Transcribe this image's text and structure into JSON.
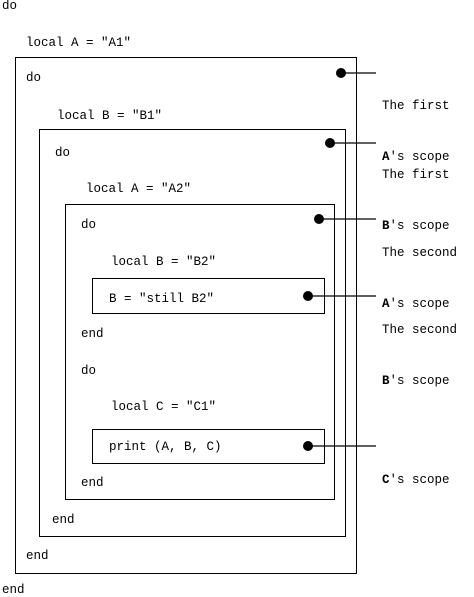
{
  "code": {
    "outer_do": "do",
    "local_a1": "local A = \"A1\"",
    "do_1": "do",
    "local_b1": "local B = \"B1\"",
    "do_2": "do",
    "local_a2": "local A = \"A2\"",
    "do_3": "do",
    "local_b2": "local B = \"B2\"",
    "assign_b": "B = \"still B2\"",
    "end_3a": "end",
    "do_4": "do",
    "local_c1": "local C = \"C1\"",
    "print_stmt": "print (A, B, C)",
    "end_4": "end",
    "end_2": "end",
    "end_1": "end",
    "outer_end": "end"
  },
  "labels": [
    {
      "line1": "The first",
      "line2_bold": "A",
      "line2_rest": "'s scope"
    },
    {
      "line1": "The first",
      "line2_bold": "B",
      "line2_rest": "'s scope"
    },
    {
      "line1": "The second",
      "line2_bold": "A",
      "line2_rest": "'s scope"
    },
    {
      "line1": "The second",
      "line2_bold": "B",
      "line2_rest": "'s scope"
    },
    {
      "line1": "",
      "line2_bold": "C",
      "line2_rest": "'s scope"
    }
  ]
}
